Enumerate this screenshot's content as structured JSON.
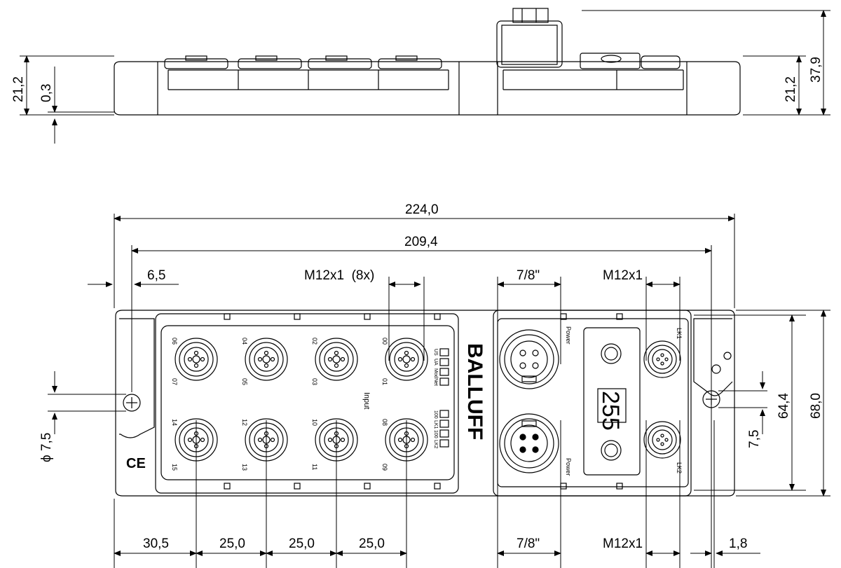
{
  "side_view": {
    "dims": {
      "height_left": "21,2",
      "offset_left": "0,3",
      "height_right": "21,2",
      "total_height": "37,9"
    }
  },
  "top_view": {
    "dims": {
      "overall_length": "224,0",
      "hole_spacing": "209,4",
      "hole_offset": "6,5",
      "m12_group": "M12x1  (8x)",
      "power_top": "7/8\"",
      "link_top": "M12x1",
      "first_port": "30,5",
      "pitch_1": "25,0",
      "pitch_2": "25,0",
      "pitch_3": "25,0",
      "power_bottom": "7/8\"",
      "link_bottom": "M12x1",
      "edge_offset": "1,8",
      "hole_diameter": "ϕ 7,5",
      "hole_height": "7,5",
      "inner_height": "64,4",
      "total_height": "68,0"
    },
    "brand": "BALLUFF",
    "ce_mark": "CE",
    "display_value": "255",
    "input_label": "Input",
    "ports_top": [
      "06",
      "04",
      "02",
      "00"
    ],
    "ports_top_low": [
      "07",
      "05",
      "03",
      "01"
    ],
    "ports_bottom": [
      "14",
      "12",
      "10",
      "08"
    ],
    "ports_bottom_low": [
      "15",
      "13",
      "11",
      "09"
    ],
    "status_leds_top": [
      "US",
      "UA",
      "Mod",
      "Net"
    ],
    "status_leds_bottom": [
      "100",
      "LK1",
      "100",
      "LK2"
    ],
    "power_label_top": "Power",
    "power_label_bottom": "Power",
    "lk_top": "LK1",
    "lk_bottom": "LK2"
  }
}
